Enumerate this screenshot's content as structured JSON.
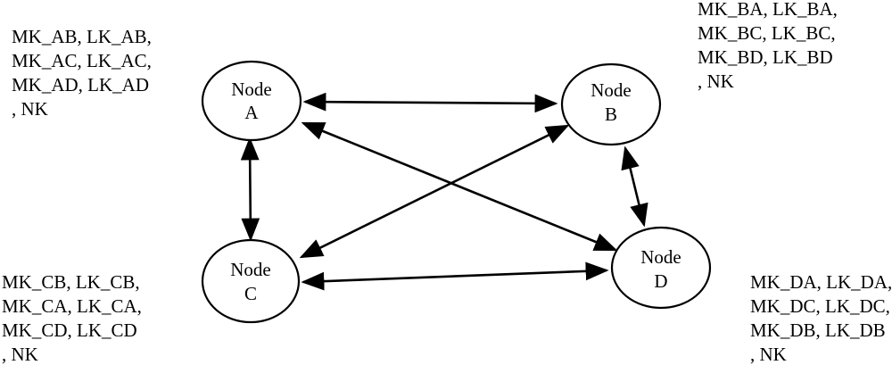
{
  "nodes": {
    "a": {
      "line1": "Node",
      "line2": "A"
    },
    "b": {
      "line1": "Node",
      "line2": "B"
    },
    "c": {
      "line1": "Node",
      "line2": "C"
    },
    "d": {
      "line1": "Node",
      "line2": "D"
    }
  },
  "keys": {
    "a": [
      "MK_AB, LK_AB,",
      "MK_AC, LK_AC,",
      "MK_AD, LK_AD",
      ", NK"
    ],
    "b": [
      "MK_BA, LK_BA,",
      "MK_BC, LK_BC,",
      "MK_BD, LK_BD",
      ", NK"
    ],
    "c": [
      "MK_CB, LK_CB,",
      "MK_CA, LK_CA,",
      "MK_CD, LK_CD",
      ", NK"
    ],
    "d": [
      "MK_DA, LK_DA,",
      "MK_DC, LK_DC,",
      "MK_DB, LK_DB",
      ", NK"
    ]
  },
  "edges": [
    {
      "from": "A",
      "to": "B"
    },
    {
      "from": "A",
      "to": "C"
    },
    {
      "from": "A",
      "to": "D"
    },
    {
      "from": "B",
      "to": "C"
    },
    {
      "from": "B",
      "to": "D"
    },
    {
      "from": "C",
      "to": "D"
    }
  ]
}
